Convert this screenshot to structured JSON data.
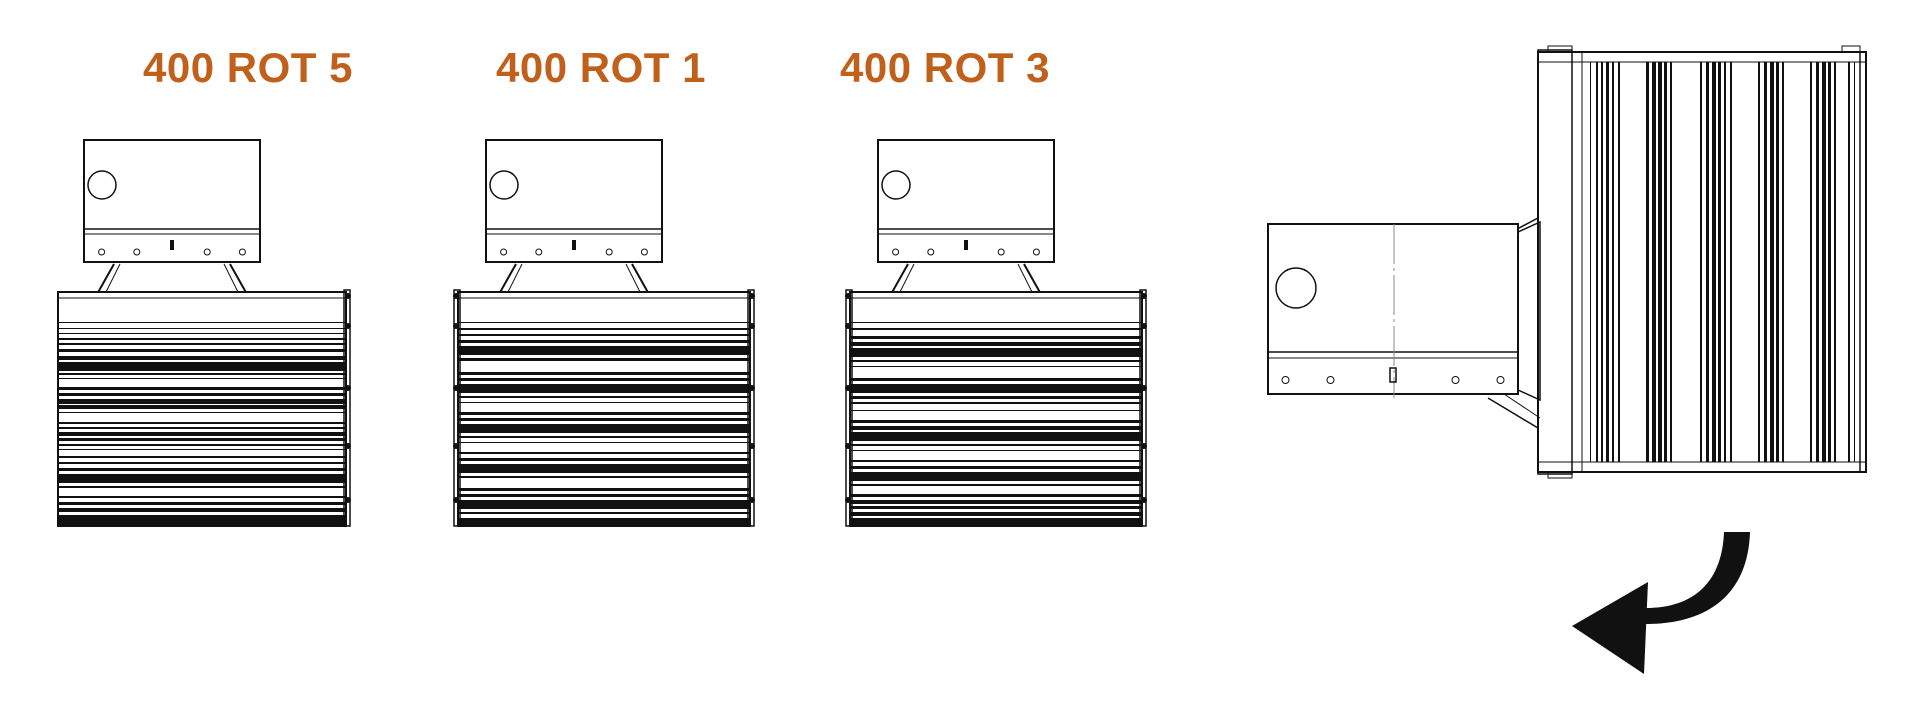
{
  "colors": {
    "label": "#c0601b",
    "line": "#111111",
    "background": "#ffffff"
  },
  "variants": [
    {
      "label": "400 ROT 5"
    },
    {
      "label": "400 ROT 1"
    },
    {
      "label": "400 ROT 3"
    }
  ],
  "icons": {
    "rotation_arrow": "curved-arrow-left-icon"
  }
}
